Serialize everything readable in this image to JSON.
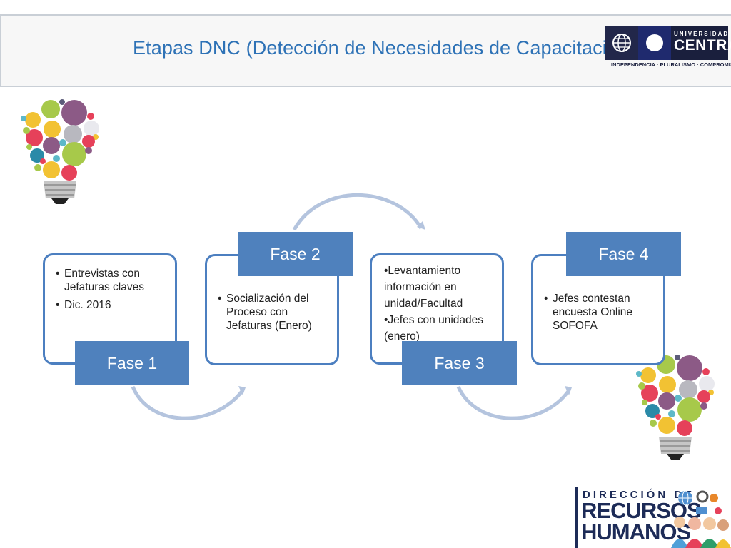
{
  "header": {
    "title": "Etapas DNC (Detección de Necesidades de Capacitación)"
  },
  "university_logo": {
    "line1": "UNIVERSIDAD",
    "line2": "CENTRAL",
    "motto": "INDEPENDENCIA · PLURALISMO · COMPROMISO"
  },
  "phases": [
    {
      "label": "Fase 1",
      "bullets": [
        "Entrevistas con Jefaturas claves",
        "Dic. 2016"
      ]
    },
    {
      "label": "Fase 2",
      "bullets": [
        "Socialización del Proceso con Jefaturas (Enero)"
      ]
    },
    {
      "label": "Fase 3",
      "bullets": [
        "•Levantamiento información en unidad/Facultad",
        "•Jefes con unidades (enero)"
      ]
    },
    {
      "label": "Fase 4",
      "bullets": [
        "Jefes contestan encuesta Online SOFOFA"
      ]
    }
  ],
  "hr_logo": {
    "line1": "DIRECCIÓN DE",
    "line2": "RECURSOS",
    "line3": "HUMANOS"
  },
  "colors": {
    "title": "#2e72b6",
    "phase_fill": "#4f81bd",
    "box_border": "#4c7fc0",
    "arrow": "#b4c4de",
    "hr_logo": "#1d2b57"
  },
  "icons": [
    "lightbulb-icon",
    "globe-icon",
    "people-icon",
    "gear-icon"
  ]
}
